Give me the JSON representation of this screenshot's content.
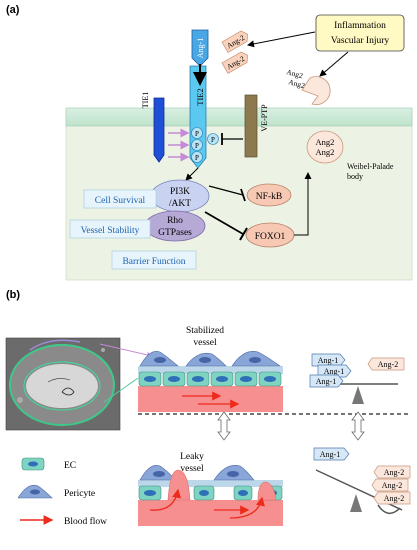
{
  "panel_a": {
    "label": "(a)",
    "inflammation": [
      "Inflammation",
      "Vascular Injury"
    ],
    "ang1_receptor_label": "Ang-1",
    "ang2_top": [
      "Ang-2",
      "Ang-2"
    ],
    "free_ang2": [
      "Ang2",
      "Ang2"
    ],
    "tie1": "TIE1",
    "tie2": "TIE2",
    "vep_ptp": "VE-PTP",
    "phospho": [
      "P",
      "P",
      "P",
      "P"
    ],
    "pi3k": [
      "PI3K",
      "/AKT"
    ],
    "rho": [
      "Rho",
      "GTPases"
    ],
    "nfkb": "NF-kB",
    "foxo1": "FOXO1",
    "outcomes": [
      "Cell Survival",
      "Vessel Stability",
      "Barrier Function"
    ],
    "wpb_ang2": [
      "Ang2",
      "Ang2"
    ],
    "wpb_label": [
      "Weibel-Palade",
      "body"
    ]
  },
  "panel_b": {
    "label": "(b)",
    "stabilized": [
      "Stabilized",
      "vessel"
    ],
    "leaky": [
      "Leaky",
      "vessel"
    ],
    "legend": [
      "EC",
      "Pericyte",
      "Blood flow"
    ],
    "balance_top_left": [
      "Ang-1",
      "Ang-1",
      "Ang-1"
    ],
    "balance_top_right": [
      "Ang-2"
    ],
    "balance_bottom_left": [
      "Ang-1"
    ],
    "balance_bottom_right": [
      "Ang-2",
      "Ang-2",
      "Ang-2"
    ]
  },
  "colors": {
    "membrane": "#cfeadb",
    "cytoplasm": "#ecf3e4",
    "tie1": "#1f4fd6",
    "tie2": "#5bc8f0",
    "veptp": "#8c7a4e",
    "ang_flag": "#f9d3bd",
    "endothelial": "#7fd3c1",
    "vessel_lumen": "#f68f8f",
    "pericyte": "#8aa6d8",
    "flow": "#ee2a1b"
  }
}
